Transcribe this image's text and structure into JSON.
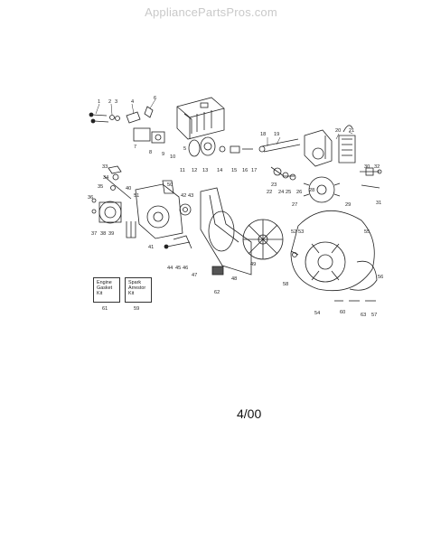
{
  "watermark": "AppliancePartsPros.com",
  "date_code": "4/00",
  "kits": [
    {
      "label_line1": "Engine",
      "label_line2": "Gasket",
      "label_line3": "Kit",
      "number": "61"
    },
    {
      "label_line1": "Spark",
      "label_line2": "Arrestor",
      "label_line3": "Kit",
      "number": "59"
    }
  ],
  "callouts": [
    "1",
    "2",
    "3",
    "4",
    "5",
    "6",
    "7",
    "8",
    "9",
    "10",
    "11",
    "12",
    "13",
    "14",
    "15",
    "16",
    "17",
    "18",
    "19",
    "20",
    "21",
    "22",
    "23",
    "24",
    "25",
    "26",
    "27",
    "28",
    "29",
    "30",
    "31",
    "32",
    "33",
    "34",
    "35",
    "36",
    "37",
    "38",
    "39",
    "40",
    "41",
    "42",
    "43",
    "44",
    "45",
    "46",
    "47",
    "48",
    "49",
    "50",
    "51",
    "52",
    "53",
    "54",
    "55",
    "56",
    "57",
    "58",
    "60",
    "62",
    "63"
  ]
}
